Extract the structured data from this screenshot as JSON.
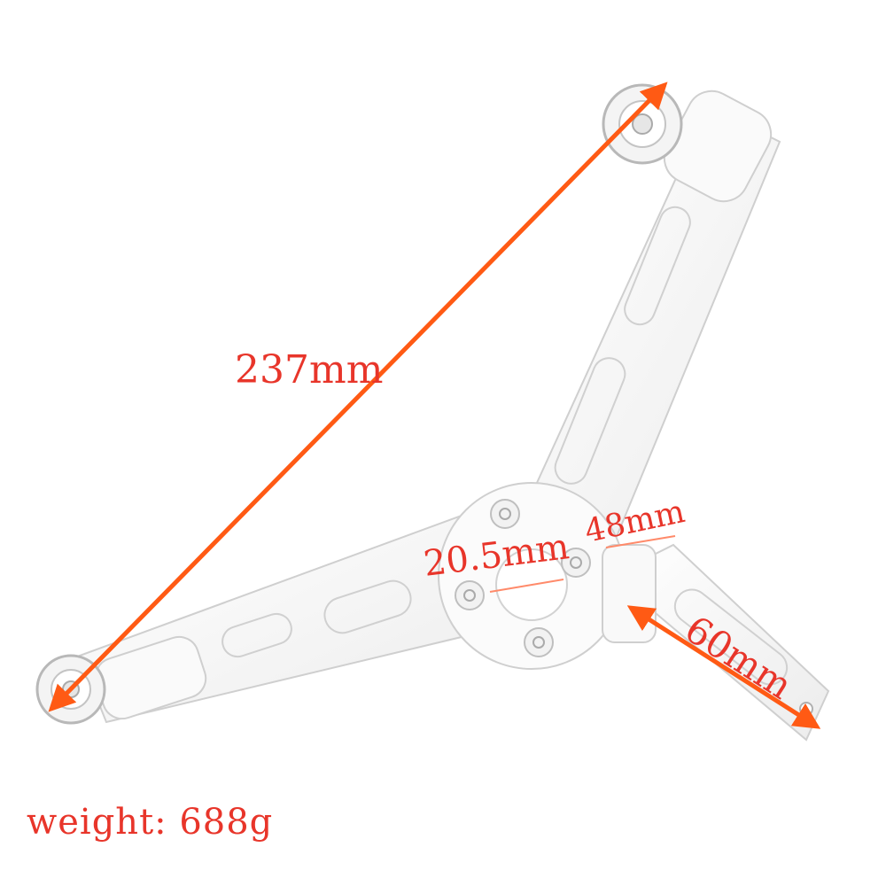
{
  "dimensions": {
    "length_label": "237mm",
    "pivot_label": "20.5mm",
    "width_label": "48mm",
    "arm_label": "60mm"
  },
  "weight_label": "weight: 688g",
  "colors": {
    "arrow": "#ff5a14",
    "label_text": "#e8352a",
    "part_outline": "#c8c8c8",
    "part_fill": "#f7f7f7"
  }
}
